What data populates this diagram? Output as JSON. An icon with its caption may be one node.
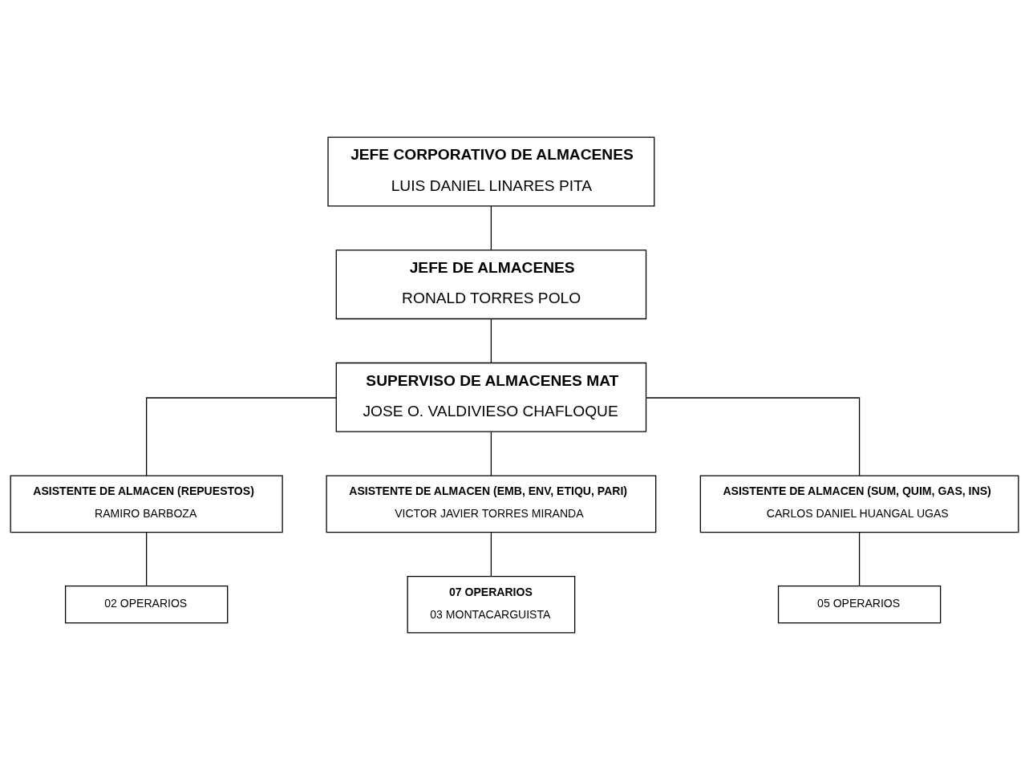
{
  "diagram": {
    "nodes": [
      {
        "text": [
          "JEFE CORPORATIVO DE ALMACENES",
          "LUIS DANIEL LINARES PITA"
        ]
      },
      {
        "text": [
          "JEFE DE ALMACENES",
          "RONALD TORRES POLO"
        ]
      },
      {
        "text": [
          "SUPERVISO DE ALMACENES MAT",
          "JOSE O. VALDIVIESO CHAFLOQUE"
        ]
      },
      {
        "text": [
          "ASISTENTE DE ALMACEN (REPUESTOS)",
          "RAMIRO BARBOZA"
        ]
      },
      {
        "text": [
          "ASISTENTE DE ALMACEN (EMB, ENV, ETIQU, PARI)",
          "VICTOR JAVIER TORRES MIRANDA"
        ]
      },
      {
        "text": [
          "ASISTENTE DE ALMACEN (SUM, QUIM, GAS, INS)",
          "CARLOS DANIEL HUANGAL UGAS"
        ]
      },
      {
        "text": [
          "02 OPERARIOS"
        ]
      },
      {
        "text": [
          "07 OPERARIOS",
          "03 MONTACARGUISTA"
        ]
      },
      {
        "text": [
          "05 OPERARIOS"
        ]
      }
    ],
    "edges": [
      {
        "from": 0,
        "to": 1,
        "arrow": "none"
      },
      {
        "from": 1,
        "to": 2,
        "arrow": "none"
      },
      {
        "from": 2,
        "to": 3,
        "arrow": "none"
      },
      {
        "from": 2,
        "to": 4,
        "arrow": "none"
      },
      {
        "from": 2,
        "to": 5,
        "arrow": "none"
      },
      {
        "from": 3,
        "to": 6,
        "arrow": "none"
      },
      {
        "from": 4,
        "to": 7,
        "arrow": "none"
      },
      {
        "from": 5,
        "to": 8,
        "arrow": "none"
      }
    ]
  }
}
